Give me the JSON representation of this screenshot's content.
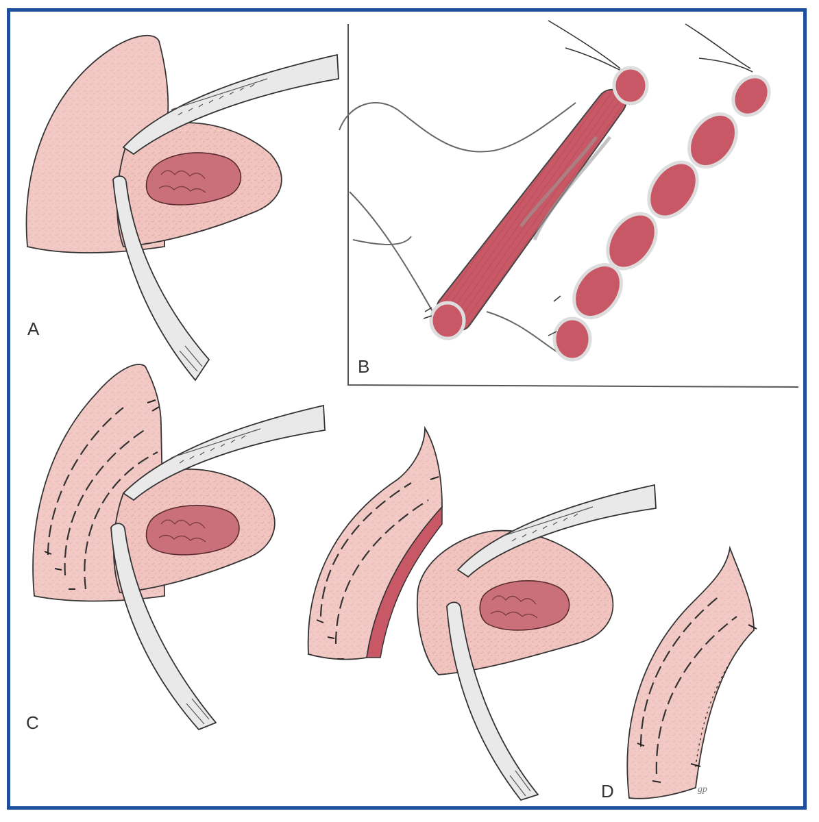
{
  "panels": {
    "a": {
      "label": "A"
    },
    "b": {
      "label": "B"
    },
    "c": {
      "label": "C"
    },
    "d": {
      "label": "D"
    }
  },
  "signature": "gp",
  "colors": {
    "frame": "#1d4f9c",
    "skin": "#f3c9c5",
    "muscle": "#c85866",
    "tumor": "#c9707b",
    "instrument": "#e9e9e9",
    "outline": "#333333"
  }
}
